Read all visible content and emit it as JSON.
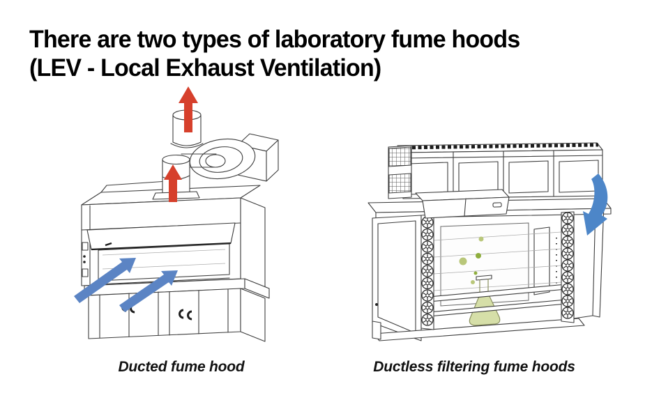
{
  "slide": {
    "title_line1": "There are two types of laboratory fume hoods",
    "title_line2": "(LEV - Local Exhaust Ventilation)"
  },
  "figures": {
    "ducted": {
      "caption": "Ducted fume hood"
    },
    "ductless": {
      "caption": "Ductless filtering fume hoods"
    }
  },
  "colors": {
    "exhaust_arrow": "#d6402c",
    "airflow_arrow": "#5b84c4",
    "recirculation_arrow": "#4d86c8",
    "flask_fill": "#d6dfa8",
    "flask_outline": "#8a9060",
    "fume_dot_light": "#b9c77a",
    "fume_dot_dark": "#8fae3e",
    "sketch_line": "#3c3c3c",
    "background": "#ffffff",
    "title_text": "#000000"
  }
}
